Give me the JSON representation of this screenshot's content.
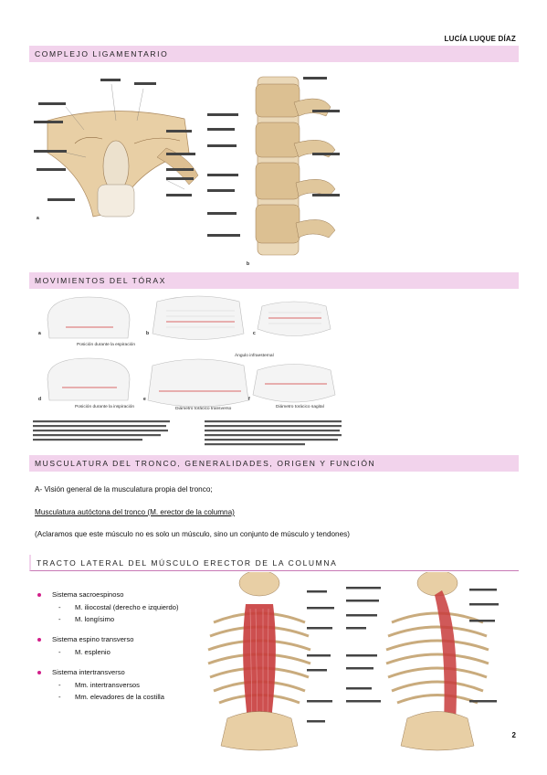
{
  "header": {
    "author": "LUCÍA LUQUE DÍAZ"
  },
  "sections": {
    "s1": {
      "title": "COMPLEJO LIGAMENTARIO"
    },
    "s2": {
      "title": "MOVIMIENTOS DEL TÓRAX"
    },
    "s3": {
      "title": "MUSCULATURA DEL TRONCO, GENERALIDADES, ORIGEN Y FUNCIÓN"
    },
    "s4": {
      "title": "TRACTO LATERAL DEL MÚSCULO ERECTOR DE LA COLUMNA"
    }
  },
  "movimientos": {
    "a_caption": "Posición durante la espiración",
    "d_caption": "Posición durante la inspiración",
    "angle_caption": "Ángulo infraesternal",
    "e_caption": "Diámetro torácico transverso",
    "f_caption": "Diámetro torácico sagital",
    "letters": [
      "a",
      "b",
      "c",
      "d",
      "e",
      "f"
    ]
  },
  "musculatura": {
    "line1": "A- Visión general de la musculatura propia del tronco;",
    "line2": "Musculatura autóctona del tronco (M. erector de la columna)",
    "line3": "(Aclaramos que este músculo no es solo un músculo, sino un conjunto de músculo y tendones)"
  },
  "tracto": {
    "groups": [
      {
        "label": "Sistema sacroespinoso",
        "items": [
          "M. iliocostal (derecho e izquierdo)",
          "M. longísimo"
        ]
      },
      {
        "label": "Sistema espino transverso",
        "items": [
          "M. esplenio"
        ]
      },
      {
        "label": "Sistema intertransverso",
        "items": [
          "Mm. intertransversos",
          "Mm. elevadores de la costilla"
        ]
      }
    ]
  },
  "page": {
    "number": "2"
  },
  "colors": {
    "band": "#f2d3ec",
    "bullet": "#d21f8a",
    "bone": "#e8cfa5",
    "muscle": "#c83c3c"
  }
}
